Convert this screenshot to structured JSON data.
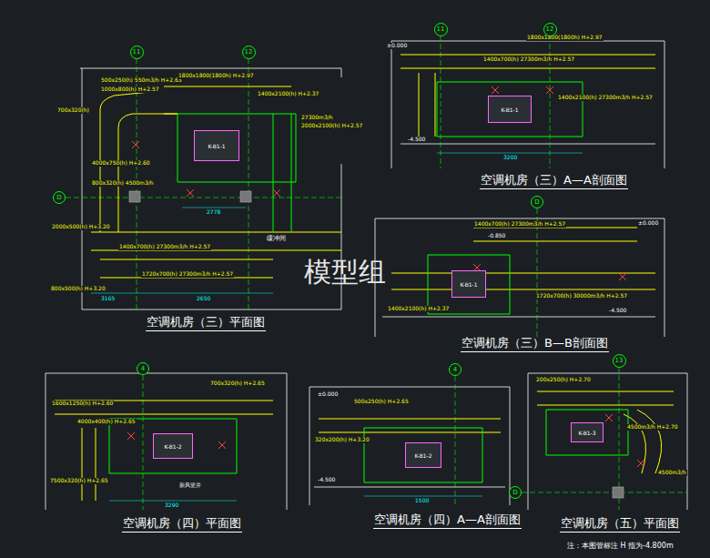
{
  "diagram": {
    "nodes": [
      {
        "text": [
          "11"
        ]
      },
      {
        "text": [
          "12"
        ]
      },
      {
        "text": [
          "D"
        ]
      },
      {
        "text": [
          "11"
        ]
      },
      {
        "text": [
          "12"
        ]
      },
      {
        "text": [
          "D"
        ]
      },
      {
        "text": [
          "4"
        ]
      },
      {
        "text": [
          "4"
        ]
      },
      {
        "text": [
          "13"
        ]
      },
      {
        "text": [
          "D"
        ]
      },
      {
        "text": [
          "K-B1-1"
        ]
      },
      {
        "text": [
          "K-B1-1"
        ]
      },
      {
        "text": [
          "K-B1-1"
        ]
      },
      {
        "text": [
          "K-B1-2"
        ]
      },
      {
        "text": [
          "K-B1-2"
        ]
      },
      {
        "text": [
          "K-B1-3"
        ]
      }
    ],
    "labels": [
      "500x250(h) 550m3/h H+2.63",
      "1000x800(h) H+2.57",
      "1800x1800(1800h) H+2.97",
      "1400x2100(h) H+2.37",
      "27300m3/h",
      "2000x2100(h) H+2.57",
      "700x320(h)",
      "4000x750(h) H+2.60",
      "800x320(h) 4500m3/h",
      "2000x500(h) H+3.20",
      "1400x700(h) 27300m3/h H+2.57",
      "1720x700(h) 27300m3/h H+2.57",
      "800x500(h) H+3.20",
      "缓冲间",
      "3165",
      "2778",
      "2650",
      "±0.000",
      "1800x1800(1800h) H+2.97",
      "1400x700(h) 27300m3/h H+2.57",
      "-4.500",
      "1400x2100(h) 27300m3/h H+2.57",
      "3200",
      "±0.000",
      "1400x700(h) 27300m3/h H+2.57",
      "-0.850",
      "1720x700(h) 30000m3/h H+2.57",
      "-4.500",
      "1400x2100(h) H+2.37",
      "700x320(h) H+2.65",
      "1600x1250(h) H+2.60",
      "4000x400(h) H+2.65",
      "7500x320(h) H+2.65",
      "新风竖井",
      "3290",
      "±0.000",
      "500x250(h) H+2.65",
      "320x200(h) H+3.20",
      "-4.500",
      "1500",
      "200x250(h) H+2.70",
      "4500m3/h H+2.70",
      "4500m3/h",
      "空调机房（三）平面图",
      "空调机房（三）A—A剖面图",
      "空调机房（三）B—B剖面图",
      "空调机房（四）平面图",
      "空调机房（四）A—A剖面图",
      "空调机房（五）平面图",
      "注：本图管标注 H 指为-4.800m",
      "模型组"
    ]
  }
}
